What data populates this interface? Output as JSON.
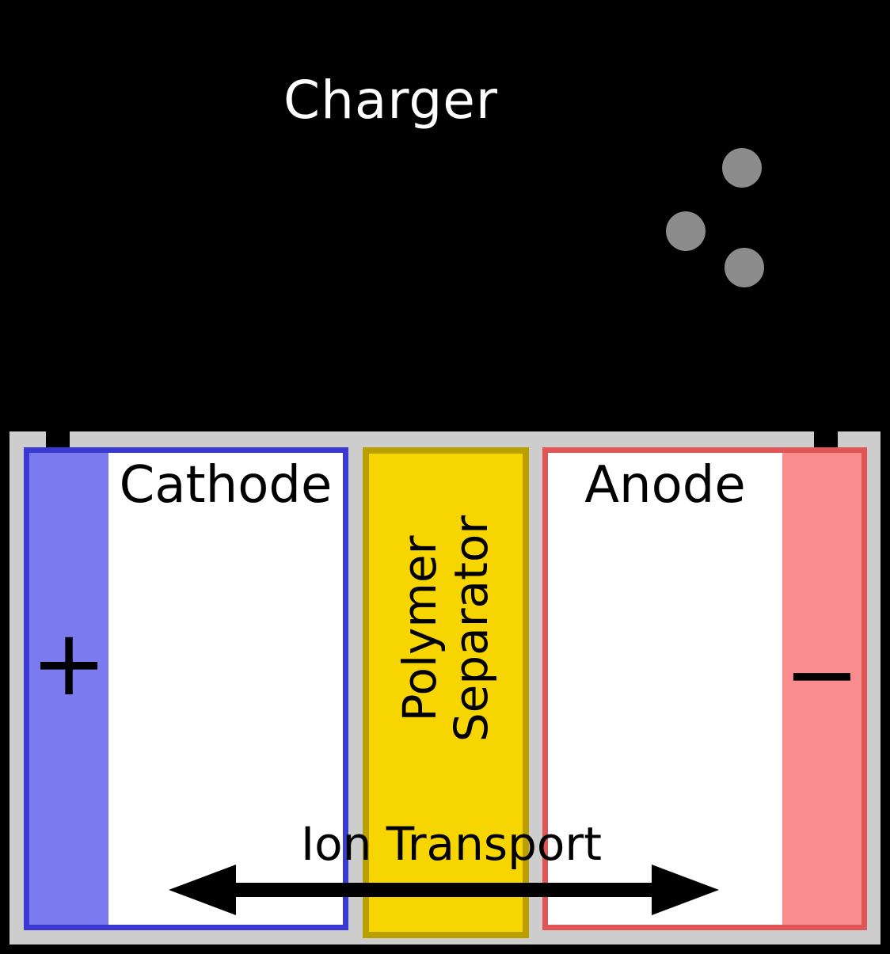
{
  "diagram": {
    "type": "battery-charging-schematic",
    "background_color": "#000000"
  },
  "charger": {
    "label": "Charger",
    "label_color": "#ffffff",
    "electron_dot_color": "#8c8c8c",
    "electron_dot_count": 3
  },
  "cell": {
    "frame_color": "#cdcdcd",
    "cathode": {
      "label": "Cathode",
      "terminal_symbol": "+",
      "border_color": "#3a3ad2",
      "terminal_fill_color": "#7b7bef"
    },
    "separator": {
      "label_line1": "Polymer",
      "label_line2": "Separator",
      "fill_color": "#f6d500",
      "border_color": "#b99f00"
    },
    "anode": {
      "label": "Anode",
      "terminal_symbol": "−",
      "border_color": "#e05555",
      "terminal_fill_color": "#f98d8d"
    },
    "ion_transport_label": "Ion Transport",
    "arrow_color": "#000000"
  }
}
